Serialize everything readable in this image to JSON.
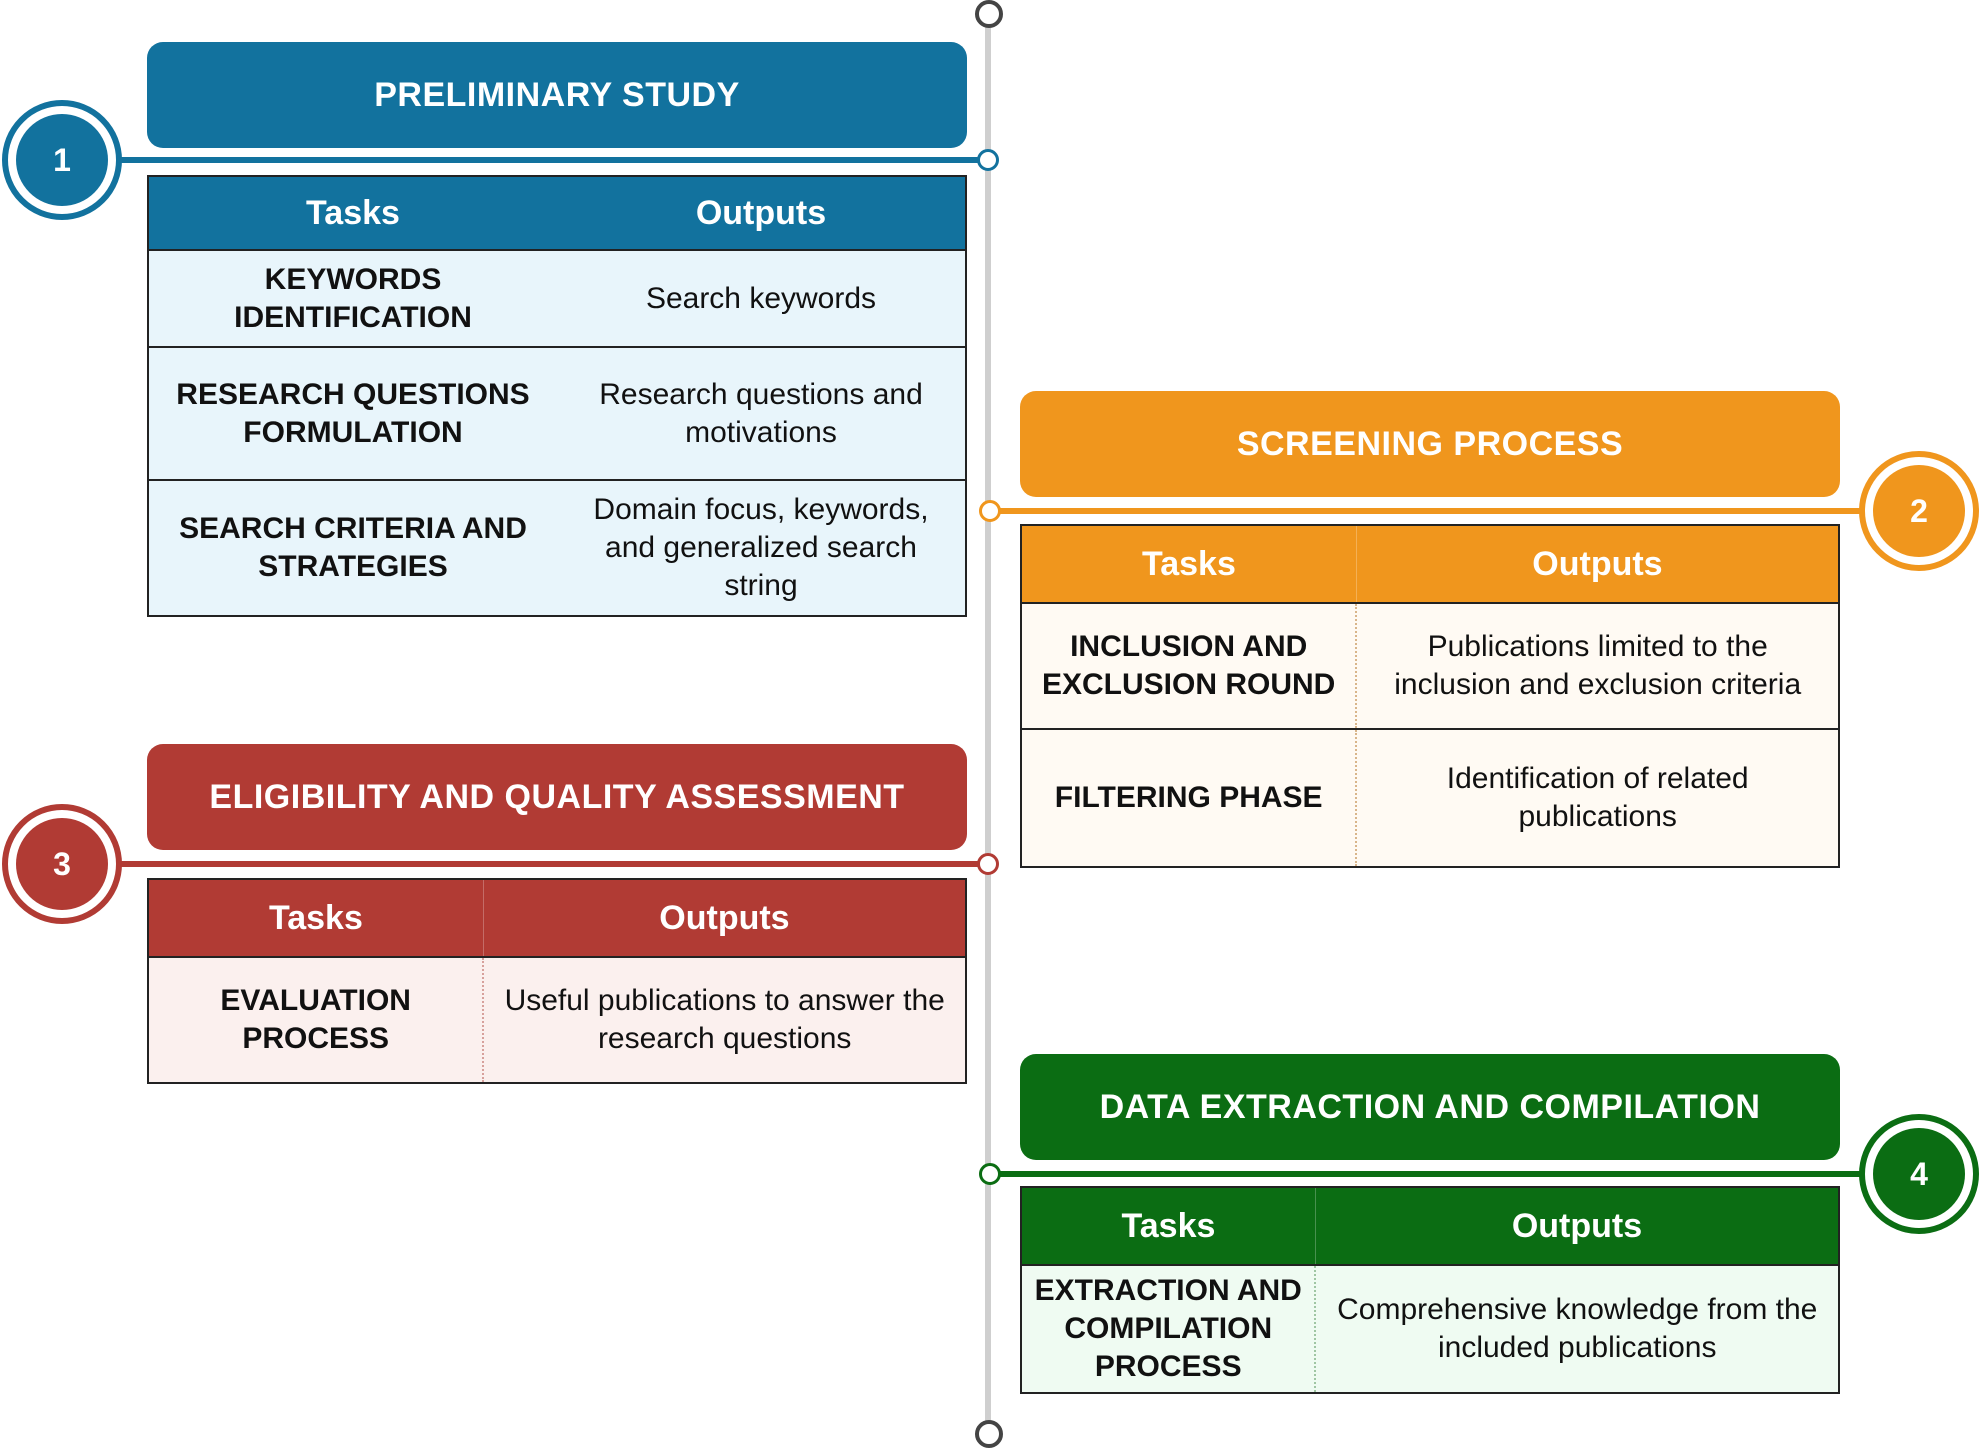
{
  "colors": {
    "stage1": "#12729e",
    "stage2": "#f0961d",
    "stage3": "#b13b34",
    "stage4": "#0b6d13",
    "timeline": "#cfcfcf"
  },
  "stages": [
    {
      "number": "1",
      "title": "PRELIMINARY STUDY",
      "tasks_header": "Tasks",
      "outputs_header": "Outputs",
      "rows": [
        {
          "task": "KEYWORDS IDENTIFICATION",
          "output": "Search keywords"
        },
        {
          "task": "RESEARCH QUESTIONS FORMULATION",
          "output": "Research questions and motivations"
        },
        {
          "task": "SEARCH CRITERIA AND STRATEGIES",
          "output": "Domain focus, keywords, and generalized search string"
        }
      ]
    },
    {
      "number": "2",
      "title": "SCREENING PROCESS",
      "tasks_header": "Tasks",
      "outputs_header": "Outputs",
      "rows": [
        {
          "task": "INCLUSION AND EXCLUSION ROUND",
          "output": "Publications limited to the inclusion and exclusion criteria"
        },
        {
          "task": "FILTERING PHASE",
          "output": "Identification of related publications"
        }
      ]
    },
    {
      "number": "3",
      "title": "ELIGIBILITY AND QUALITY ASSESSMENT",
      "tasks_header": "Tasks",
      "outputs_header": "Outputs",
      "rows": [
        {
          "task": "EVALUATION PROCESS",
          "output": "Useful publications to answer the research questions"
        }
      ]
    },
    {
      "number": "4",
      "title": "DATA EXTRACTION AND COMPILATION",
      "tasks_header": "Tasks",
      "outputs_header": "Outputs",
      "rows": [
        {
          "task": "EXTRACTION AND COMPILATION PROCESS",
          "output": "Comprehensive knowledge from the included publications"
        }
      ]
    }
  ]
}
